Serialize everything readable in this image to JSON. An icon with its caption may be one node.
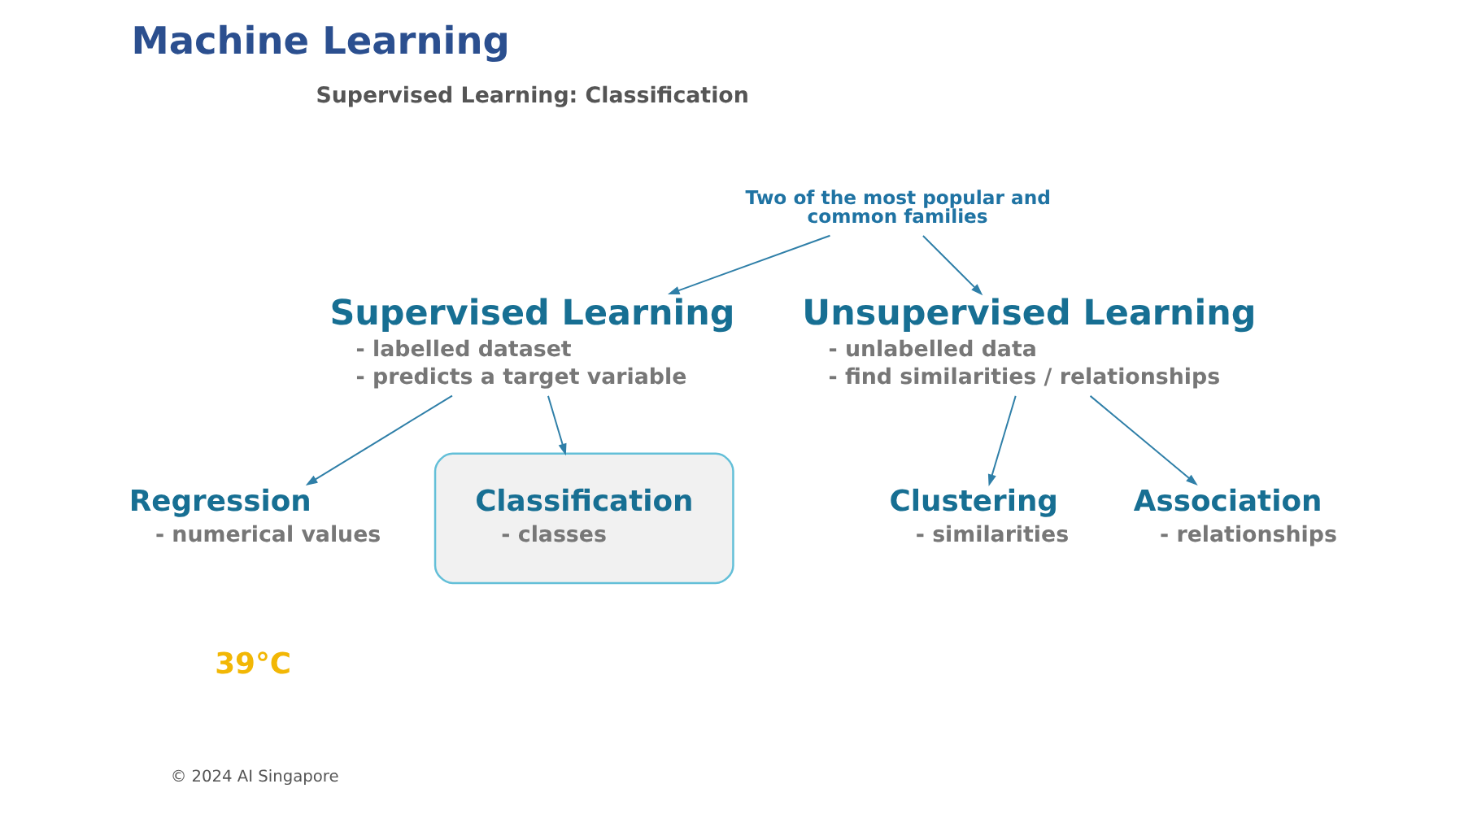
{
  "diagram": {
    "title": "Machine Learning",
    "nodes": [
      {
        "text": [
          "Two of the most popular and common families"
        ]
      },
      {
        "text": [
          "Supervised Learning",
          "- labelled dataset",
          "- predicts a target variable"
        ]
      },
      {
        "text": [
          "Unsupervised Learning",
          "- unlabelled data",
          "- find similarities / relationships"
        ]
      },
      {
        "text": [
          "Regression",
          "- numerical values"
        ]
      },
      {
        "text": [
          "Classification",
          "- classes"
        ]
      },
      {
        "text": [
          "Clustering",
          "- similarities"
        ]
      },
      {
        "text": [
          "Association",
          "- relationships"
        ]
      }
    ],
    "edges": [
      {
        "from": 0,
        "to": 1,
        "arrow": "to"
      },
      {
        "from": 0,
        "to": 2,
        "arrow": "to"
      },
      {
        "from": 1,
        "to": 3,
        "arrow": "to"
      },
      {
        "from": 1,
        "to": 4,
        "arrow": "to"
      },
      {
        "from": 2,
        "to": 5,
        "arrow": "to"
      },
      {
        "from": 2,
        "to": 6,
        "arrow": "to"
      }
    ],
    "labels": [
      "Supervised Learning: Classification",
      "39°C",
      "© 2024 AI Singapore"
    ]
  }
}
